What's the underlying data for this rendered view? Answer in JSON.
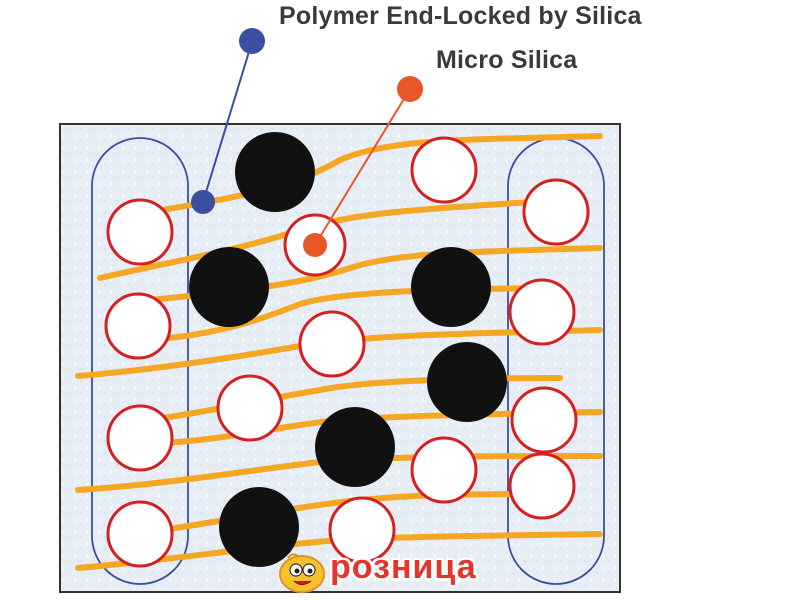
{
  "labels": {
    "polymer_end_locked": "Polymer End-Locked by Silica",
    "micro_silica": "Micro Silica"
  },
  "logo": {
    "text": "розница"
  },
  "colors": {
    "polymer": "#f5a623",
    "polymer_marker": "#3b4fa0",
    "silica_marker": "#e8572a",
    "silica_outline": "#d42020",
    "particle_black": "#111111",
    "background": "#e7eef5",
    "frame": "#333333",
    "end_zone": "#3b4fa0"
  }
}
